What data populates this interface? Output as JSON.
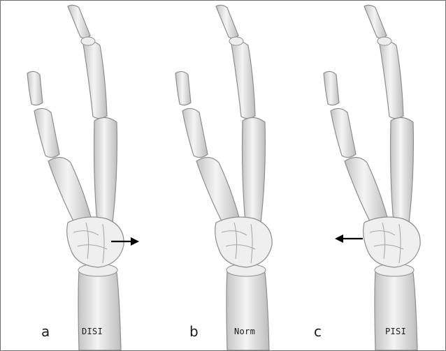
{
  "panels": [
    {
      "letter": "a",
      "label": "DISI",
      "arrow": "right"
    },
    {
      "letter": "b",
      "label": "Norm",
      "arrow": "none"
    },
    {
      "letter": "c",
      "label": "PISI",
      "arrow": "left"
    }
  ],
  "colors": {
    "bone_fill": "#e6e6e6",
    "bone_stroke": "#8e8e8e",
    "frame": "#6f6f6f",
    "arrow": "#000000"
  }
}
